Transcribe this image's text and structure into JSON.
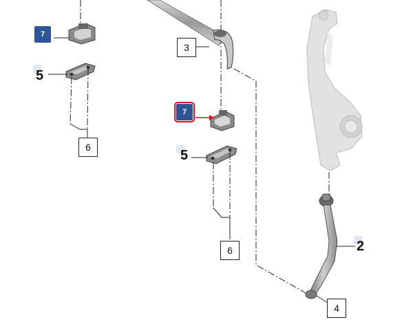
{
  "callouts": {
    "c7_top": "7",
    "c5_top": "5",
    "c6_top": "6",
    "c3": "3",
    "c7_mid": "7",
    "c5_mid": "5",
    "c6_mid": "6",
    "c2": "2",
    "c4": "4"
  },
  "colors": {
    "accent_tag": "#2f5595",
    "highlight": "#d9161c",
    "line": "#222222",
    "part_dark": "#5d5d5d",
    "part_light": "#dcdcdc"
  }
}
